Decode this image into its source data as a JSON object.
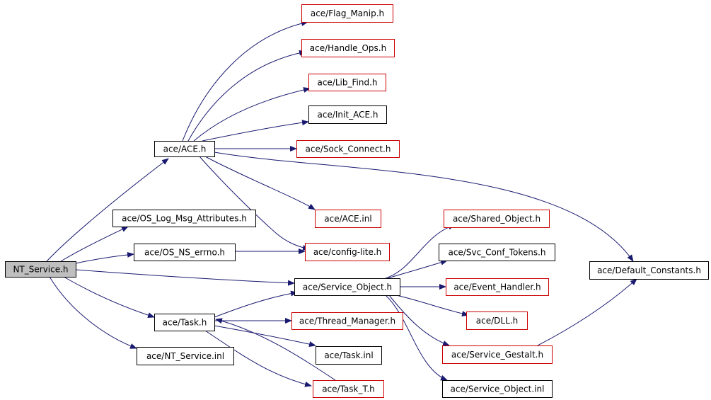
{
  "colors": {
    "edge": "#191970",
    "box_black": "#000000",
    "box_red": "#cc0000",
    "root_fill": "#bfbfbf"
  },
  "nodes": [
    {
      "id": "nt_service_h",
      "label": "NT_Service.h",
      "border": "black",
      "root": true
    },
    {
      "id": "ace_h",
      "label": "ace/ACE.h",
      "border": "black"
    },
    {
      "id": "os_log_msg",
      "label": "ace/OS_Log_Msg_Attributes.h",
      "border": "black"
    },
    {
      "id": "os_ns_errno",
      "label": "ace/OS_NS_errno.h",
      "border": "black"
    },
    {
      "id": "service_object_h",
      "label": "ace/Service_Object.h",
      "border": "black"
    },
    {
      "id": "task_h",
      "label": "ace/Task.h",
      "border": "black"
    },
    {
      "id": "nt_service_inl",
      "label": "ace/NT_Service.inl",
      "border": "black"
    },
    {
      "id": "flag_manip",
      "label": "ace/Flag_Manip.h",
      "border": "red"
    },
    {
      "id": "handle_ops",
      "label": "ace/Handle_Ops.h",
      "border": "red"
    },
    {
      "id": "lib_find",
      "label": "ace/Lib_Find.h",
      "border": "red"
    },
    {
      "id": "init_ace",
      "label": "ace/Init_ACE.h",
      "border": "black"
    },
    {
      "id": "sock_connect",
      "label": "ace/Sock_Connect.h",
      "border": "red"
    },
    {
      "id": "ace_inl",
      "label": "ace/ACE.inl",
      "border": "red"
    },
    {
      "id": "config_lite",
      "label": "ace/config-lite.h",
      "border": "red"
    },
    {
      "id": "thread_manager",
      "label": "ace/Thread_Manager.h",
      "border": "red"
    },
    {
      "id": "task_inl",
      "label": "ace/Task.inl",
      "border": "black"
    },
    {
      "id": "task_t",
      "label": "ace/Task_T.h",
      "border": "red"
    },
    {
      "id": "shared_object",
      "label": "ace/Shared_Object.h",
      "border": "red"
    },
    {
      "id": "svc_conf_tokens",
      "label": "ace/Svc_Conf_Tokens.h",
      "border": "black"
    },
    {
      "id": "event_handler",
      "label": "ace/Event_Handler.h",
      "border": "red"
    },
    {
      "id": "dll_h",
      "label": "ace/DLL.h",
      "border": "red"
    },
    {
      "id": "service_gestalt",
      "label": "ace/Service_Gestalt.h",
      "border": "red"
    },
    {
      "id": "service_object_inl",
      "label": "ace/Service_Object.inl",
      "border": "black"
    },
    {
      "id": "default_constants",
      "label": "ace/Default_Constants.h",
      "border": "black"
    }
  ],
  "edges": [
    {
      "from": "nt_service_h",
      "to": "ace_h"
    },
    {
      "from": "nt_service_h",
      "to": "os_log_msg"
    },
    {
      "from": "nt_service_h",
      "to": "os_ns_errno"
    },
    {
      "from": "nt_service_h",
      "to": "service_object_h"
    },
    {
      "from": "nt_service_h",
      "to": "task_h"
    },
    {
      "from": "nt_service_h",
      "to": "nt_service_inl"
    },
    {
      "from": "ace_h",
      "to": "flag_manip"
    },
    {
      "from": "ace_h",
      "to": "handle_ops"
    },
    {
      "from": "ace_h",
      "to": "lib_find"
    },
    {
      "from": "ace_h",
      "to": "init_ace"
    },
    {
      "from": "ace_h",
      "to": "sock_connect"
    },
    {
      "from": "ace_h",
      "to": "default_constants"
    },
    {
      "from": "ace_h",
      "to": "ace_inl"
    },
    {
      "from": "ace_h",
      "to": "config_lite"
    },
    {
      "from": "os_ns_errno",
      "to": "config_lite"
    },
    {
      "from": "task_h",
      "to": "service_object_h"
    },
    {
      "from": "task_h",
      "to": "thread_manager"
    },
    {
      "from": "task_h",
      "to": "task_inl"
    },
    {
      "from": "task_h",
      "to": "task_t"
    },
    {
      "from": "task_t",
      "to": "task_h"
    },
    {
      "from": "service_object_h",
      "to": "shared_object"
    },
    {
      "from": "service_object_h",
      "to": "svc_conf_tokens"
    },
    {
      "from": "service_object_h",
      "to": "event_handler"
    },
    {
      "from": "service_object_h",
      "to": "dll_h"
    },
    {
      "from": "service_object_h",
      "to": "service_gestalt"
    },
    {
      "from": "service_object_h",
      "to": "service_object_inl"
    },
    {
      "from": "service_gestalt",
      "to": "default_constants"
    }
  ]
}
